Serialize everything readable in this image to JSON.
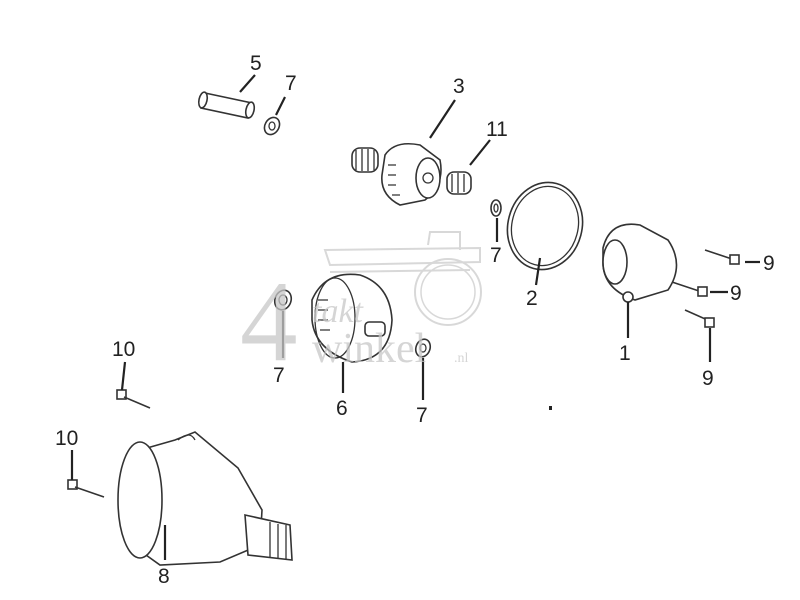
{
  "watermark": {
    "digit": "4",
    "line1": "takt",
    "line2": "winkel",
    "suffix": ".nl"
  },
  "callouts": [
    {
      "id": "c5",
      "label": "5"
    },
    {
      "id": "c7a",
      "label": "7"
    },
    {
      "id": "c3",
      "label": "3"
    },
    {
      "id": "c11",
      "label": "11"
    },
    {
      "id": "c7b",
      "label": "7"
    },
    {
      "id": "c2",
      "label": "2"
    },
    {
      "id": "c9a",
      "label": "9"
    },
    {
      "id": "c9b",
      "label": "9"
    },
    {
      "id": "c9c",
      "label": "9"
    },
    {
      "id": "c1",
      "label": "1"
    },
    {
      "id": "c7c",
      "label": "7"
    },
    {
      "id": "c6",
      "label": "6"
    },
    {
      "id": "c7d",
      "label": "7"
    },
    {
      "id": "c10a",
      "label": "10"
    },
    {
      "id": "c10b",
      "label": "10"
    },
    {
      "id": "c8",
      "label": "8"
    }
  ]
}
